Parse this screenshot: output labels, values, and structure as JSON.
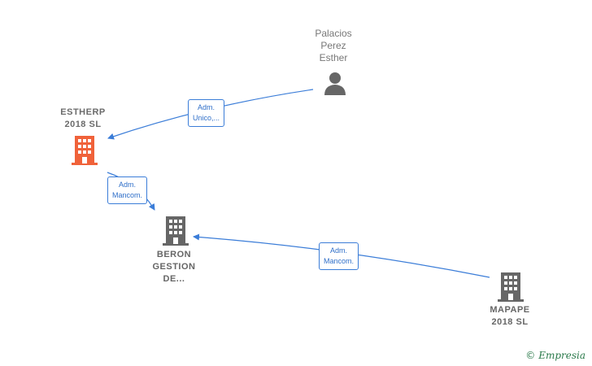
{
  "nodes": {
    "person": {
      "lines": [
        "Palacios",
        "Perez",
        "Esther"
      ],
      "icon": "person-icon",
      "color": "#666666"
    },
    "estherp": {
      "lines": [
        "ESTHERP",
        "2018  SL"
      ],
      "icon": "building-icon",
      "color": "#f0623a"
    },
    "beron": {
      "lines": [
        "BERON",
        "GESTION",
        "DE..."
      ],
      "icon": "building-icon",
      "color": "#666666"
    },
    "mapape": {
      "lines": [
        "MAPAPE",
        "2018  SL"
      ],
      "icon": "building-icon",
      "color": "#666666"
    }
  },
  "edges": {
    "e1": {
      "lines": [
        "Adm.",
        "Unico,..."
      ]
    },
    "e2": {
      "lines": [
        "Adm.",
        "Mancom."
      ]
    },
    "e3": {
      "lines": [
        "Adm.",
        "Mancom."
      ]
    }
  },
  "colors": {
    "edge": "#3b7dd8",
    "highlight": "#f0623a",
    "neutral": "#666666"
  },
  "brand": {
    "copyright": "©",
    "name": "Empresia"
  }
}
